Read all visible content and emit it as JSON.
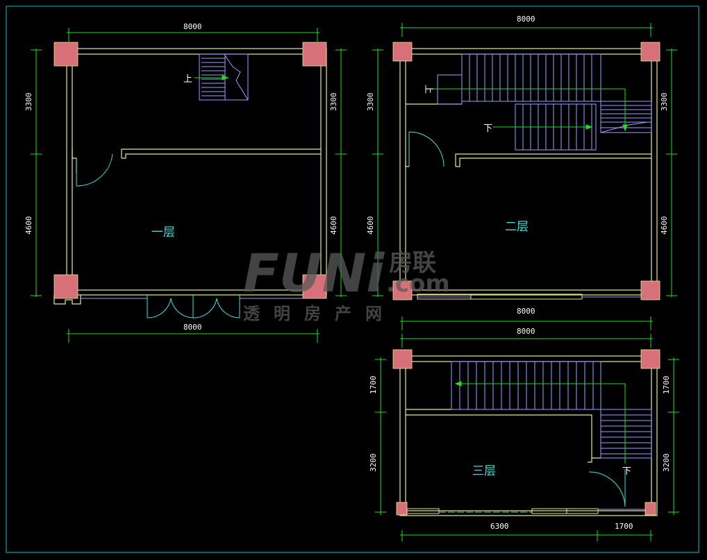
{
  "colors": {
    "background": "#000000",
    "frame": "#00c8c8",
    "wall": "#e8e890",
    "column": "#d8707a",
    "dimension": "#20e020",
    "stair": "#9aa0ff",
    "door": "#40e0e0",
    "room_label": "#40e0e0",
    "arrow": "#20e020"
  },
  "watermark": {
    "brand": "FUNi",
    "cn": "房联",
    "dotcom": ".com",
    "tagline": "透明房产网"
  },
  "floor1": {
    "label": "一层",
    "stair_up": "上",
    "dim_top": "8000",
    "dim_bottom": "8000",
    "dim_left_upper": "3300",
    "dim_left_lower": "4600",
    "dim_right_upper": "3300",
    "dim_right_lower": "4600"
  },
  "floor2": {
    "label": "二层",
    "stair_up": "上",
    "stair_down": "下",
    "dim_top": "8000",
    "dim_bottom": "8000",
    "dim_left_upper": "3300",
    "dim_left_lower": "4600",
    "dim_right_upper": "3300",
    "dim_right_lower": "4600"
  },
  "floor3": {
    "label": "三层",
    "stair_down": "下",
    "dim_top": "8000",
    "dim_bottom_left": "6300",
    "dim_bottom_right": "1700",
    "dim_left_upper": "1700",
    "dim_left_lower": "3200",
    "dim_right_upper": "1700",
    "dim_right_lower": "3200"
  }
}
